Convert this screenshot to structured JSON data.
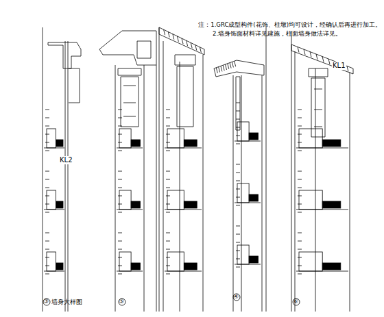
{
  "diagram": {
    "labels": [
      "注：1.GRC成型构件(花饰、柱墩)均可设计，经确认后再进行加工。",
      "2.墙身饰面材料详见建施，柱面墙身做法详见。",
      "KL2",
      "KL1",
      "③",
      "墙身大样图",
      "⑤",
      "④",
      "⑥"
    ]
  }
}
